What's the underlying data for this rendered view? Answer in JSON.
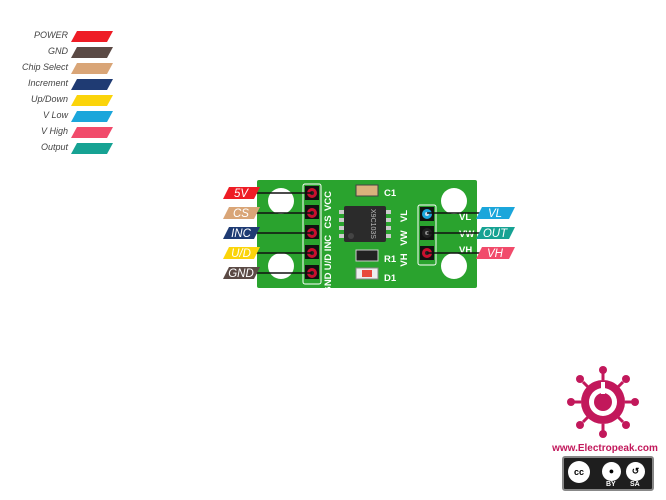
{
  "legend": [
    {
      "label": "POWER",
      "color": "#ee1c25"
    },
    {
      "label": "GND",
      "color": "#5b4a45"
    },
    {
      "label": "Chip Select",
      "color": "#d9a577"
    },
    {
      "label": "Increment",
      "color": "#1f3b73"
    },
    {
      "label": "Up/Down",
      "color": "#fbd40a"
    },
    {
      "label": "V Low",
      "color": "#1ba6db"
    },
    {
      "label": "V High",
      "color": "#f14b6b"
    },
    {
      "label": "Output",
      "color": "#16a293"
    }
  ],
  "left_pins": [
    {
      "label": "5V",
      "color": "#ee1c25",
      "text_color": "#ffffff"
    },
    {
      "label": "CS",
      "color": "#d9a577",
      "text_color": "#ffffff"
    },
    {
      "label": "INC",
      "color": "#1f3b73",
      "text_color": "#ffffff"
    },
    {
      "label": "U/D",
      "color": "#fbd40a",
      "text_color": "#ffffff"
    },
    {
      "label": "GND",
      "color": "#5b4a45",
      "text_color": "#ffffff"
    }
  ],
  "right_pins": [
    {
      "label": "VL",
      "color": "#1ba6db",
      "text_color": "#ffffff"
    },
    {
      "label": "OUT",
      "color": "#16a293",
      "text_color": "#ffffff"
    },
    {
      "label": "VH",
      "color": "#f14b6b",
      "text_color": "#ffffff"
    }
  ],
  "board": {
    "color": "#2aa32e",
    "silk_left": [
      "GND",
      "U/D",
      "INC",
      "CS",
      "VCC"
    ],
    "silk_right_terminals": [
      "VL",
      "VW",
      "VH"
    ],
    "silk_vertical_right": [
      "VH",
      "VW",
      "VL"
    ],
    "components": [
      "C1",
      "R1",
      "D1"
    ],
    "chip_marking": "X9C103S"
  },
  "branding": {
    "url": "www.Electropeak.com",
    "license": [
      "BY",
      "SA"
    ],
    "logo_color": "#c2185b"
  }
}
